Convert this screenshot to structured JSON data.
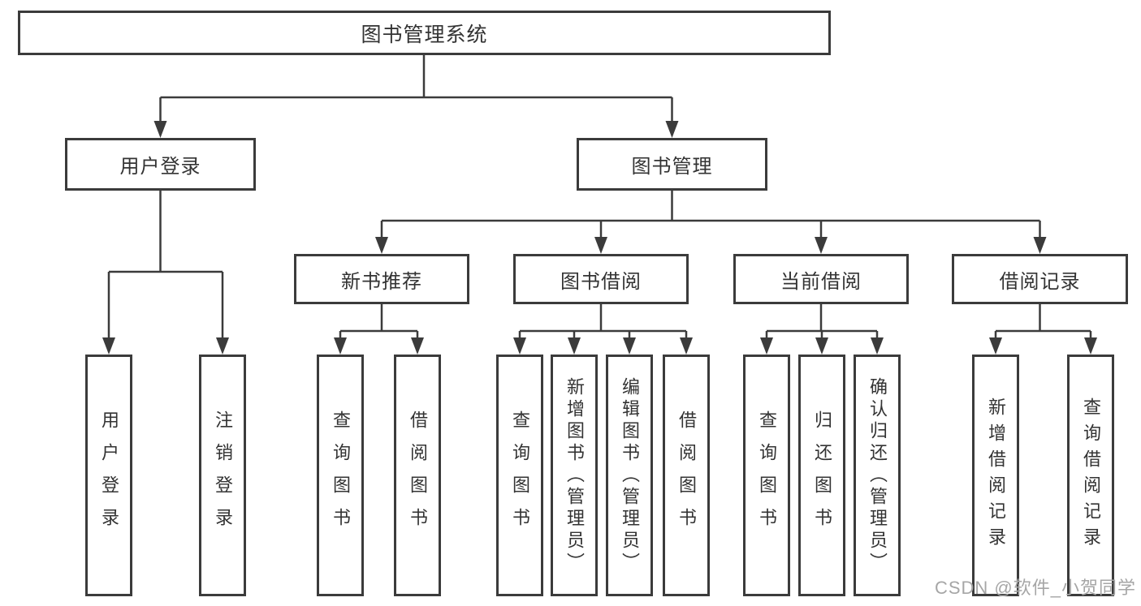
{
  "tree": {
    "root": {
      "label": "图书管理系统"
    },
    "children": [
      {
        "label": "用户登录",
        "children": [
          {
            "label": "用户登录"
          },
          {
            "label": "注销登录"
          }
        ]
      },
      {
        "label": "图书管理",
        "children": [
          {
            "label": "新书推荐",
            "children": [
              {
                "label": "查询图书"
              },
              {
                "label": "借阅图书"
              }
            ]
          },
          {
            "label": "图书借阅",
            "children": [
              {
                "label": "查询图书"
              },
              {
                "label": "新增图书（管理员）"
              },
              {
                "label": "编辑图书（管理员）"
              },
              {
                "label": "借阅图书"
              }
            ]
          },
          {
            "label": "当前借阅",
            "children": [
              {
                "label": "查询图书"
              },
              {
                "label": "归还图书"
              },
              {
                "label": "确认归还（管理员）"
              }
            ]
          },
          {
            "label": "借阅记录",
            "children": [
              {
                "label": "新增借阅记录"
              },
              {
                "label": "查询借阅记录"
              }
            ]
          }
        ]
      }
    ]
  },
  "watermark": {
    "text": "CSDN @软件_小贺同学"
  },
  "colors": {
    "line": "#3b3b3b",
    "box_border": "#3b3b3b",
    "text": "#333333",
    "watermark": "#a6a6a6",
    "background": "#ffffff"
  }
}
